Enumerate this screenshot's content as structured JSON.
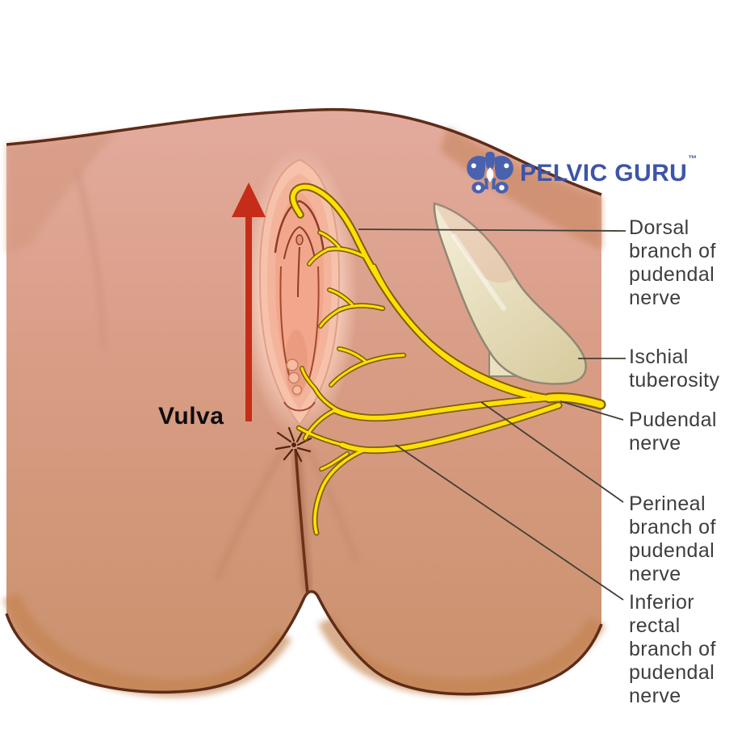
{
  "logo": {
    "brand": "PELVIC GURU",
    "trademark": "TM"
  },
  "diagram": {
    "vulva_label": "Vulva",
    "labels": {
      "dorsal": "Dorsal\nbranch of\npudendal\nnerve",
      "ischial": "Ischial\ntuberosity",
      "pudendal": "Pudendal\nnerve",
      "perineal": "Perineal\nbranch of\npudendal\nnerve",
      "inferior_rectal": "Inferior\nrectal\nbranch of\npudendal\nnerve"
    },
    "colors": {
      "brand_blue": "#3c55a8",
      "nerve_yellow": "#ffdf05",
      "nerve_outline": "#7e5e0a",
      "arrow_red": "#c52d18",
      "bone_cream": "#e6dcb9",
      "skin_upper": "#e2aa9c",
      "skin_lower": "#c9916c",
      "outline_brown": "#5e2c18",
      "label_text": "#3e3e41"
    }
  }
}
